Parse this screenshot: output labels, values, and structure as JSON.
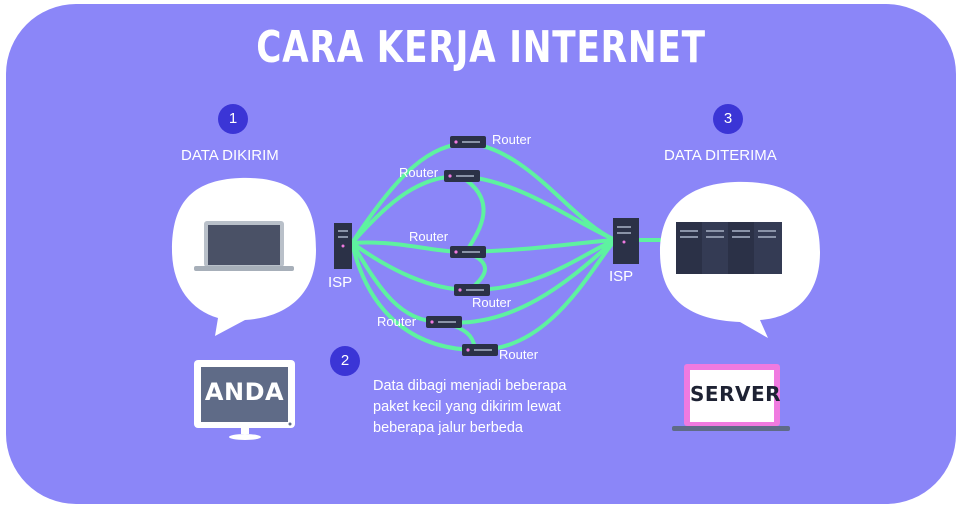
{
  "title": "CARA KERJA INTERNET",
  "steps": [
    {
      "number": "1",
      "label": "DATA DIKIRIM"
    },
    {
      "number": "2",
      "label": "Data dibagi menjadi beberapa paket kecil yang dikirim lewat beberapa jalur berbeda",
      "lines": [
        "Data dibagi menjadi beberapa",
        "paket kecil yang dikirim lewat",
        "beberapa jalur berbeda"
      ]
    },
    {
      "number": "3",
      "label": "DATA DITERIMA"
    }
  ],
  "isp_left": "ISP",
  "isp_right": "ISP",
  "routers": [
    "Router",
    "Router",
    "Router",
    "Router",
    "Router",
    "Router"
  ],
  "you_label": "ANDA",
  "server_label": "SERVER",
  "colors": {
    "background": "#8b86f8",
    "badge": "#3b35d6",
    "path": "#5ef2a0",
    "device_dark": "#2b3147",
    "server_accent": "#f07ae0"
  }
}
